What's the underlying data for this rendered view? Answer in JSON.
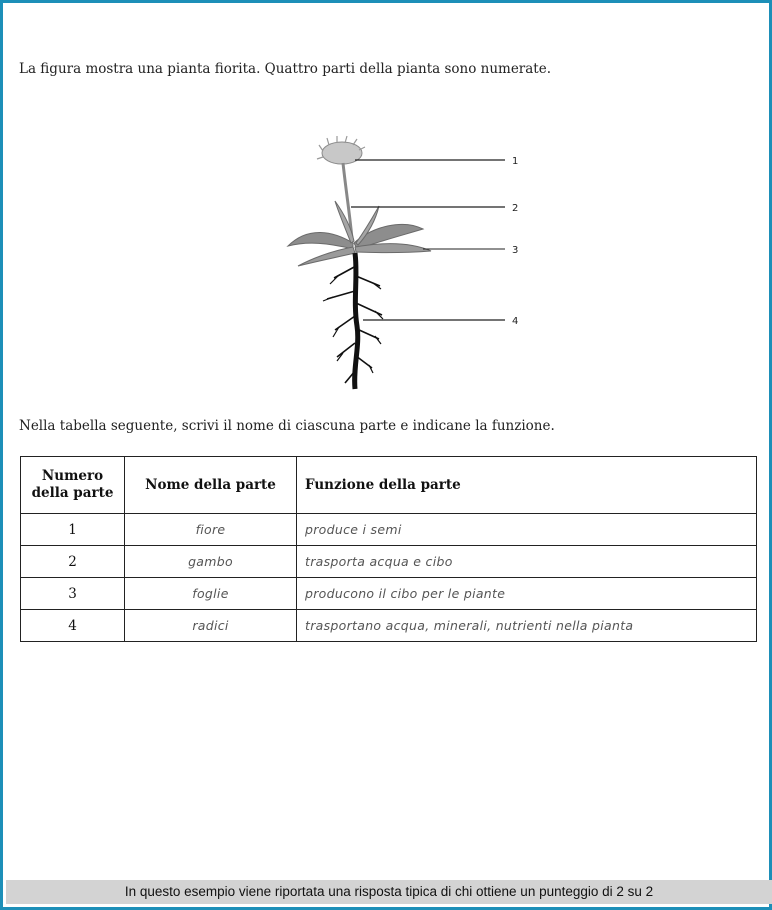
{
  "intro_text": "La figura mostra una pianta fiorita. Quattro parti della pianta sono numerate.",
  "figure": {
    "labels": [
      "1",
      "2",
      "3",
      "4"
    ]
  },
  "instruction_text": "Nella tabella seguente, scrivi il nome di ciascuna parte e indicane la funzione.",
  "table": {
    "headers": {
      "number_line1": "Numero",
      "number_line2": "della parte",
      "name": "Nome della parte",
      "function": "Funzione della parte"
    },
    "rows": [
      {
        "number": "1",
        "name": "fiore",
        "function": "produce i semi"
      },
      {
        "number": "2",
        "name": "gambo",
        "function": "trasporta acqua e cibo"
      },
      {
        "number": "3",
        "name": "foglie",
        "function": "producono il cibo per le piante"
      },
      {
        "number": "4",
        "name": "radici",
        "function": "trasportano acqua, minerali, nutrienti nella pianta"
      }
    ]
  },
  "footer_text": "In questo esempio viene riportata una risposta tipica di chi ottiene un punteggio di 2 su 2",
  "colors": {
    "frame_border": "#1d8fb8",
    "footer_bg": "#d3d3d3"
  }
}
